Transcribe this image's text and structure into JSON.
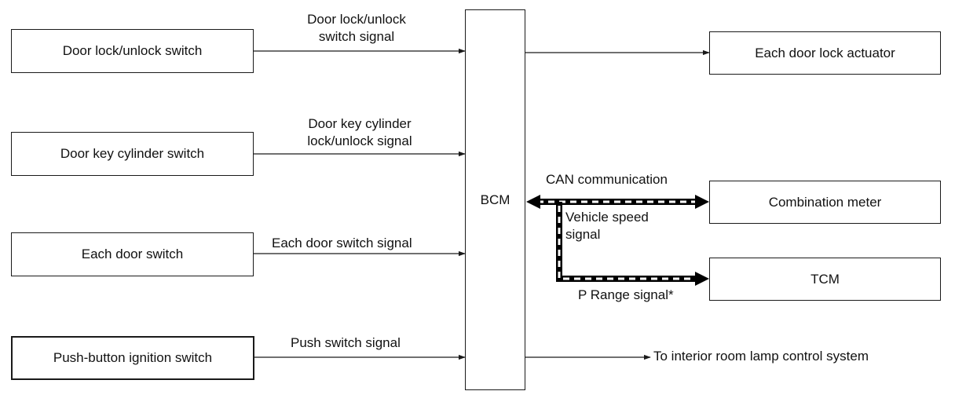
{
  "inputs": {
    "door_lock_switch": "Door lock/unlock switch",
    "door_key_cylinder_switch": "Door key cylinder switch",
    "each_door_switch": "Each door switch",
    "push_button_ignition_switch": "Push-button ignition switch"
  },
  "signals": {
    "door_lock_switch_line1": "Door lock/unlock",
    "door_lock_switch_line2": "switch signal",
    "door_key_cylinder_line1": "Door key cylinder",
    "door_key_cylinder_line2": "lock/unlock signal",
    "each_door_switch_signal": "Each door switch signal",
    "push_switch_signal": "Push switch signal",
    "can_communication": "CAN communication",
    "vehicle_speed_line1": "Vehicle speed",
    "vehicle_speed_line2": "signal",
    "p_range_signal": "P Range signal*",
    "interior_room_lamp": "To interior room lamp control system"
  },
  "controller": {
    "bcm": "BCM"
  },
  "outputs": {
    "each_door_lock_actuator": "Each door lock actuator",
    "combination_meter": "Combination meter",
    "tcm": "TCM"
  },
  "colors": {
    "line": "#1a1a1a",
    "can_bus": "#000000",
    "can_dash": "#ffffff"
  }
}
